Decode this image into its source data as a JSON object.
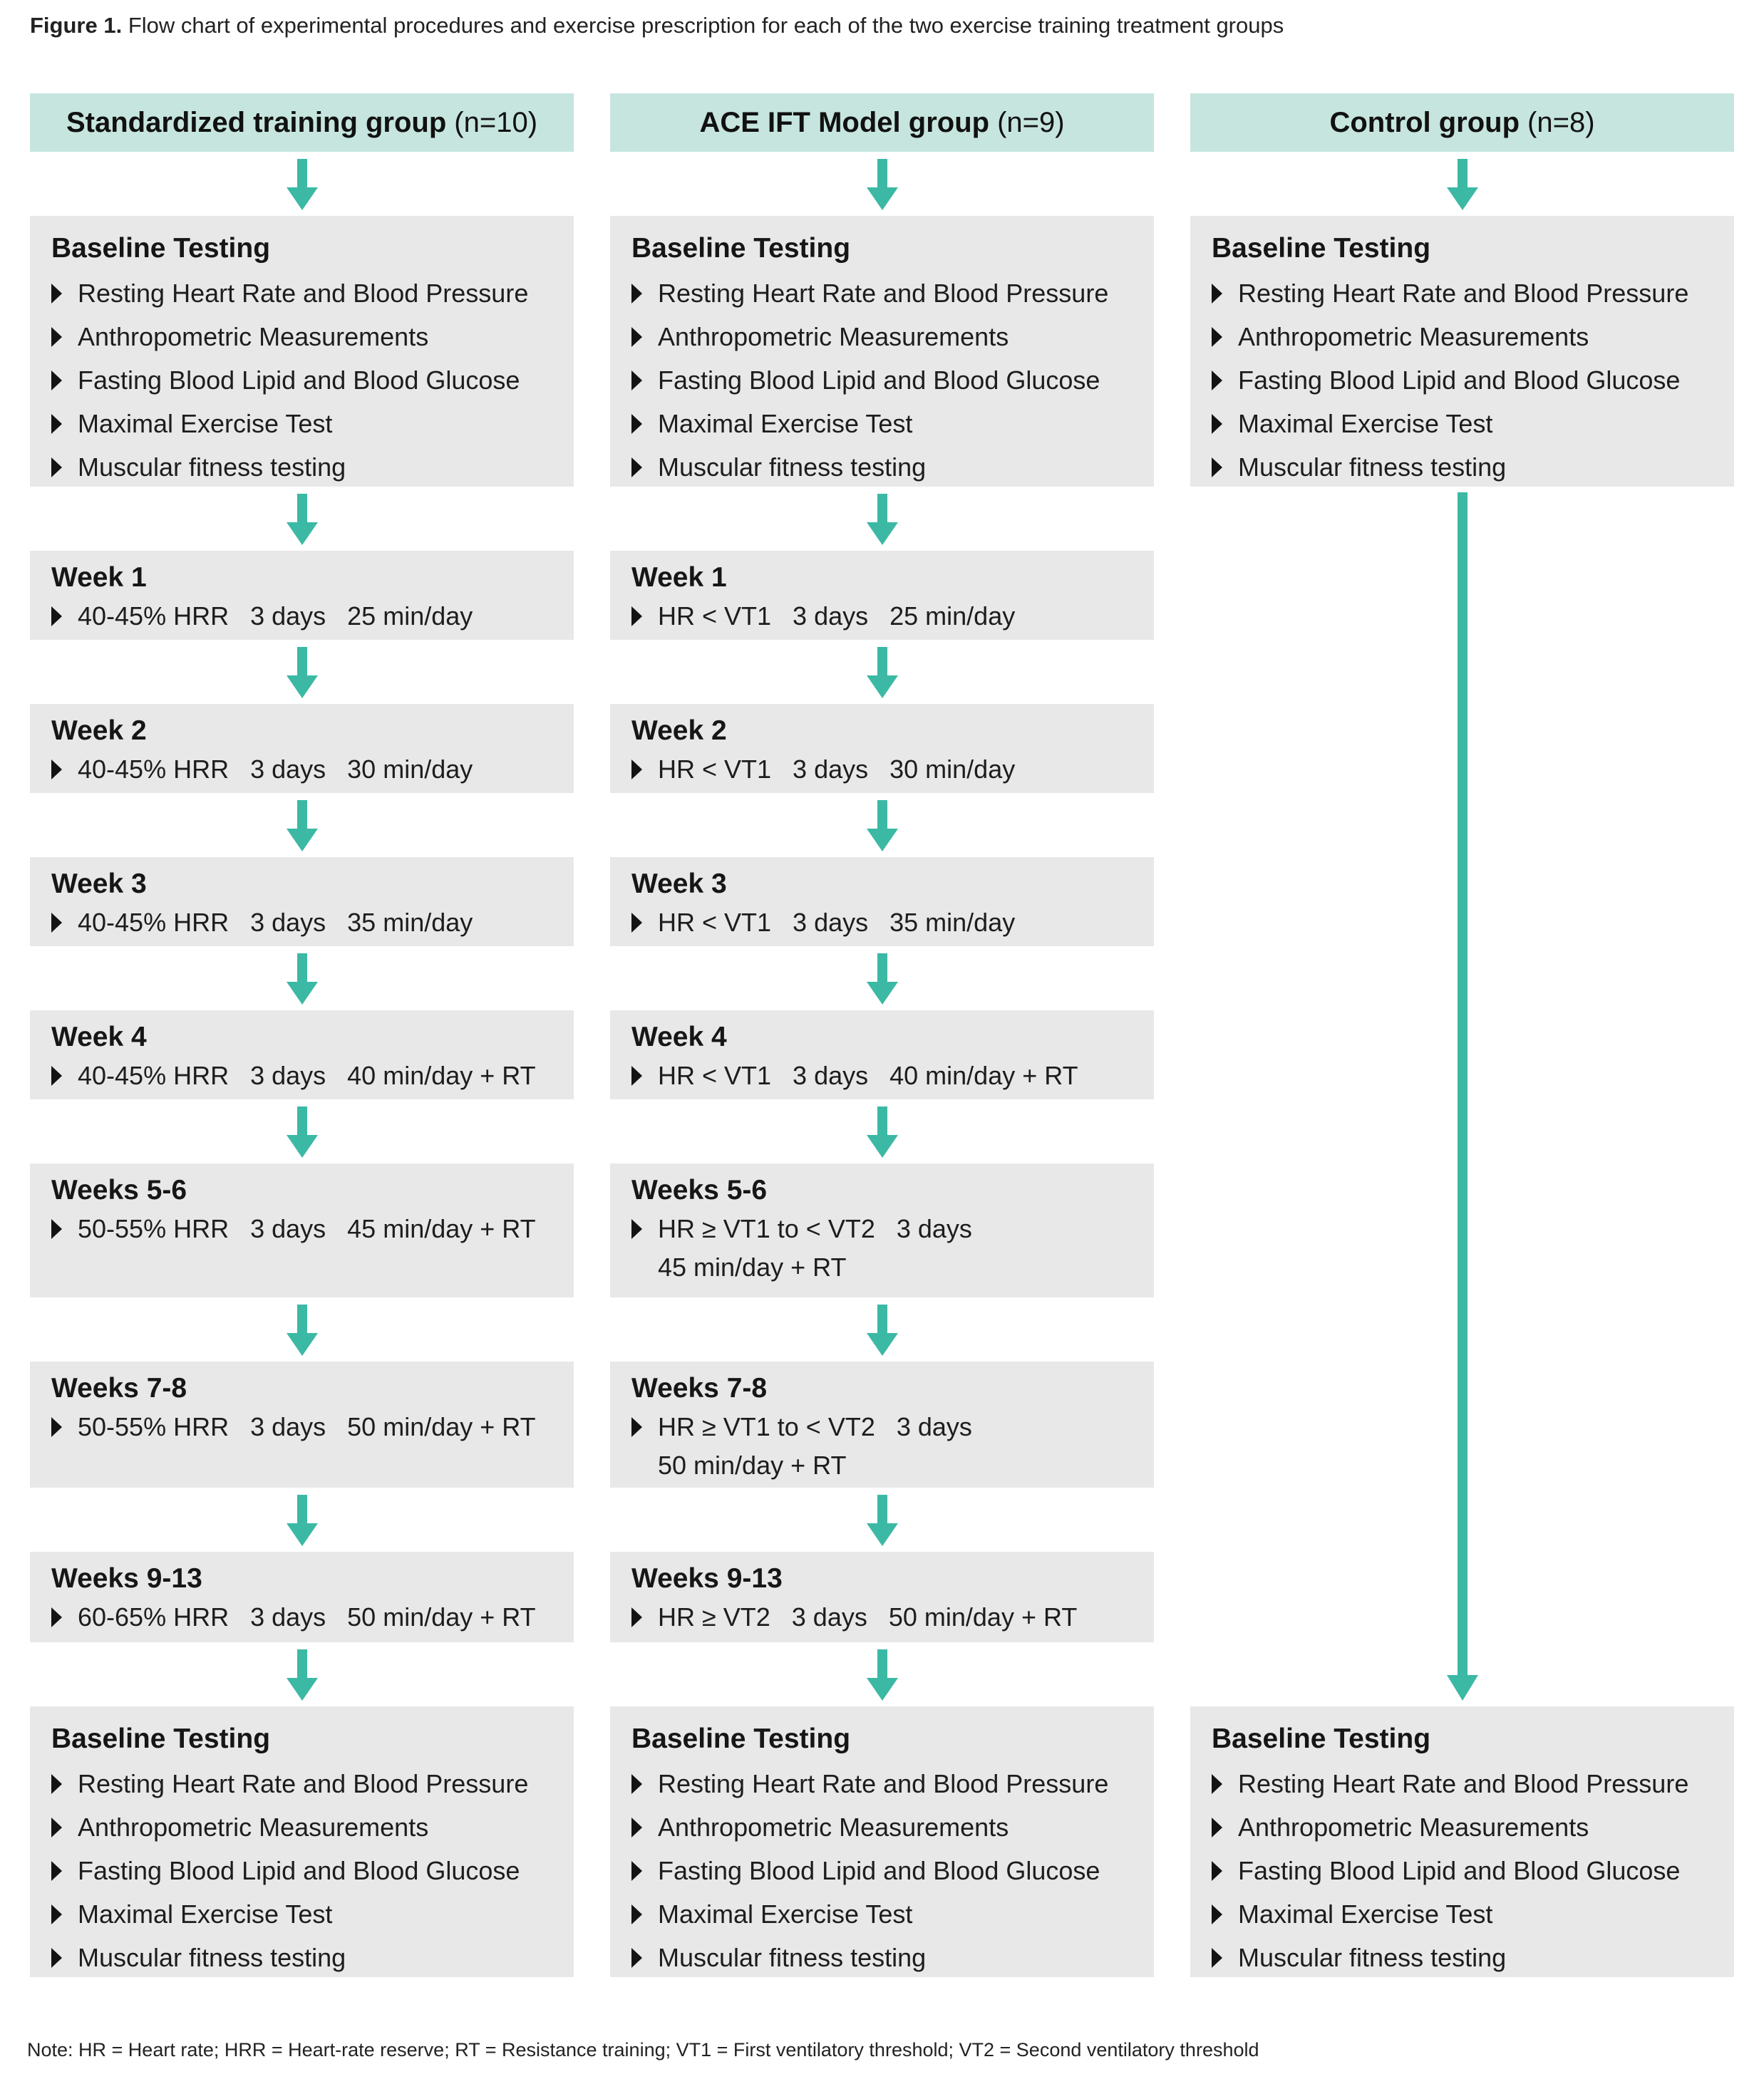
{
  "figure": {
    "caption_bold": "Figure 1.",
    "caption_rest": " Flow chart of experimental procedures and exercise prescription for each of the two exercise training treatment groups",
    "note": "Note: HR = Heart rate; HRR = Heart-rate reserve; RT = Resistance training; VT1 = First ventilatory threshold; VT2 = Second ventilatory threshold"
  },
  "colors": {
    "header_bg": "#c6e5de",
    "arrow": "#3cb9a5",
    "box_bg": "#e8e8e8",
    "text": "#1d1d1d"
  },
  "baseline_testing": {
    "title": "Baseline Testing",
    "items": [
      "Resting Heart Rate and Blood Pressure",
      "Anthropometric Measurements",
      "Fasting Blood Lipid and Blood Glucose",
      "Maximal Exercise Test",
      "Muscular fitness testing"
    ]
  },
  "columns": [
    {
      "header_bold": "Standardized training group",
      "header_n": "(n=10)",
      "weeks": [
        {
          "title": "Week 1",
          "lines": [
            "40-45% HRR   3 days   25 min/day"
          ]
        },
        {
          "title": "Week 2",
          "lines": [
            "40-45% HRR   3 days   30 min/day"
          ]
        },
        {
          "title": "Week 3",
          "lines": [
            "40-45% HRR   3 days   35 min/day"
          ]
        },
        {
          "title": "Week 4",
          "lines": [
            "40-45% HRR   3 days   40 min/day + RT"
          ]
        },
        {
          "title": "Weeks 5-6",
          "lines": [
            "50-55% HRR   3 days   45 min/day + RT"
          ]
        },
        {
          "title": "Weeks 7-8",
          "lines": [
            "50-55% HRR   3 days   50 min/day + RT"
          ]
        },
        {
          "title": "Weeks 9-13",
          "lines": [
            "60-65% HRR   3 days   50 min/day + RT"
          ]
        }
      ]
    },
    {
      "header_bold": "ACE IFT Model group",
      "header_n": "(n=9)",
      "weeks": [
        {
          "title": "Week 1",
          "lines": [
            "HR < VT1   3 days   25 min/day"
          ]
        },
        {
          "title": "Week 2",
          "lines": [
            "HR < VT1   3 days   30 min/day"
          ]
        },
        {
          "title": "Week 3",
          "lines": [
            "HR < VT1   3 days   35 min/day"
          ]
        },
        {
          "title": "Week 4",
          "lines": [
            "HR < VT1   3 days   40 min/day + RT"
          ]
        },
        {
          "title": "Weeks 5-6",
          "lines": [
            "HR ≥ VT1 to < VT2   3 days",
            "45 min/day + RT"
          ]
        },
        {
          "title": "Weeks 7-8",
          "lines": [
            "HR ≥ VT1 to < VT2   3 days",
            "50 min/day + RT"
          ]
        },
        {
          "title": "Weeks 9-13",
          "lines": [
            "HR ≥ VT2   3 days   50 min/day + RT"
          ]
        }
      ]
    },
    {
      "header_bold": "Control group",
      "header_n": "(n=8)",
      "weeks": []
    }
  ]
}
